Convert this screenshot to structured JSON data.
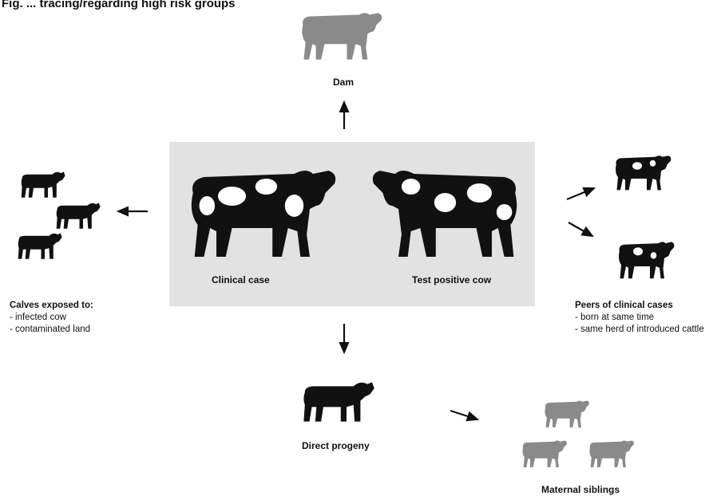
{
  "title": "Fig. ... tracing/regarding high risk groups",
  "center": {
    "clinical_case": "Clinical case",
    "test_positive": "Test positive cow"
  },
  "dam": "Dam",
  "direct_progeny": "Direct progeny",
  "maternal_siblings": "Maternal siblings",
  "calves": {
    "heading": "Calves exposed to:",
    "items": [
      "- infected cow",
      "- contaminated land"
    ]
  },
  "peers": {
    "heading": "Peers of clinical cases",
    "items": [
      "- born at same time",
      "- same herd of introduced cattle"
    ]
  },
  "colors": {
    "box": "#e2e2e2",
    "cow_dark": "#111111",
    "cow_grey": "#8a8a8a"
  },
  "icons": [
    "cow-icon",
    "calf-icon",
    "arrow-icon"
  ]
}
